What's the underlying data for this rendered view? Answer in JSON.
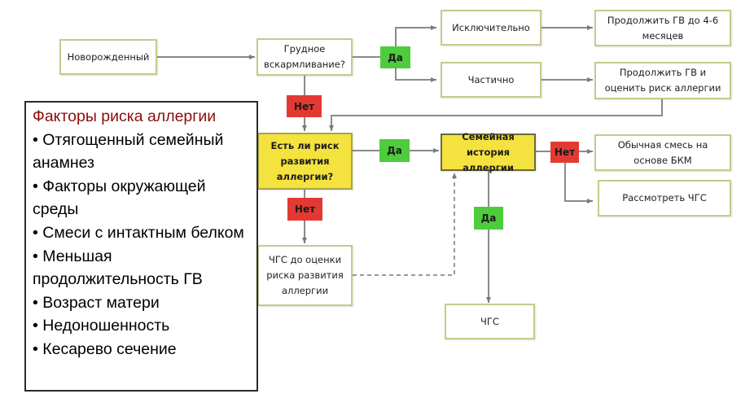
{
  "diagram": {
    "nodes": {
      "newborn": "Новорожденный",
      "breastfeeding": "Грудное вскармливание?",
      "exclusive": "Исключительно",
      "partial": "Частично",
      "continue_bf_4_6": "Продолжить ГВ до 4-6 месяцев",
      "continue_bf_assess": "Продолжить ГВ и оценить риск аллергии",
      "allergy_risk": "Есть ли риск развития аллергии?",
      "family_history": "Семейная история аллергии",
      "regular_formula": "Обычная смесь на основе БКМ",
      "consider_phf": "Рассмотреть ЧГС",
      "phf_before_assessment": "ЧГС до оценки риска развития аллергии",
      "phf": "ЧГС"
    },
    "badges": {
      "yes_label": "Да",
      "no_label": "Нет"
    },
    "colors": {
      "yes": "#4dcc3c",
      "no": "#e23a32",
      "decision": "#f4e23e",
      "box_border": "#c8c98a",
      "connector": "#8a8a8a",
      "factors_title": "#8b0d0d"
    }
  },
  "risk_factors": {
    "title": "Факторы риска аллергии",
    "items": [
      "• Отягощенный семейный анамнез",
      "• Факторы окружающей среды",
      "• Смеси с  интактным белком",
      "• Меньшая продолжительность ГВ",
      "• Возраст матери",
      "• Недоношенность",
      "• Кесарево сечение"
    ]
  }
}
